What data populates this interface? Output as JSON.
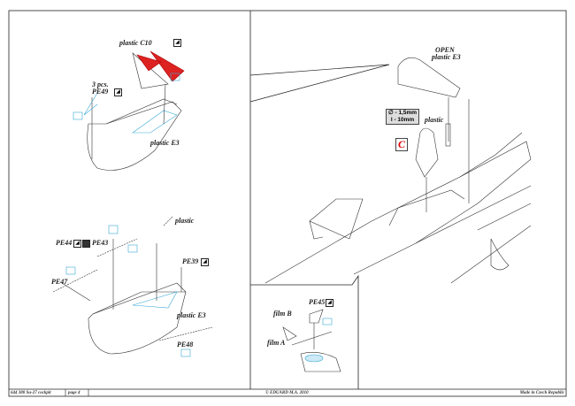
{
  "footer": {
    "code": "644 380  Su-27 cockpit",
    "page": "page 4",
    "copyright": "© EDUARD  M.A. 2010",
    "origin": "Made in Czech Republic"
  },
  "step_top_left": {
    "plastic_c10": "plastic C10",
    "pcs": "3 pcs.",
    "pe49": "PE49",
    "plastic_e3": "plastic E3"
  },
  "step_bottom_left": {
    "plastic": "plastic",
    "pe44": "PE44",
    "pe43": "PE43",
    "pe39": "PE39",
    "pe47": "PE47",
    "plastic_e3": "plastic E3",
    "pe48": "PE48"
  },
  "step_right": {
    "open": "OPEN",
    "plastic_e3": "plastic E3",
    "dim_d": "∅ - 1,5mm",
    "dim_l": "l - 10mm",
    "plastic": "plastic",
    "color_code": "C"
  },
  "step_inset": {
    "pe45": "PE45",
    "film_b": "film B",
    "film_a": "film A"
  },
  "colors": {
    "accent_red": "#dd2222",
    "pe_cyan": "#39a9d4"
  }
}
